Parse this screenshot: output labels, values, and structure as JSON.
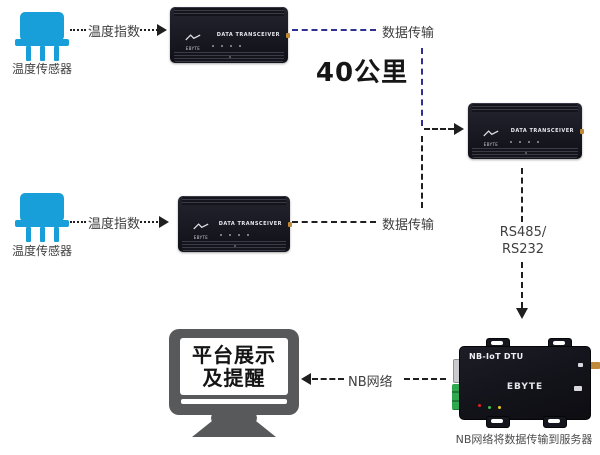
{
  "labels": {
    "sensor1_label": "温度传感器",
    "sensor2_label": "温度传感器",
    "temp_index_1": "温度指数",
    "temp_index_2": "温度指数",
    "data_transfer_1": "数据传输",
    "data_transfer_2": "数据传输",
    "distance": "40公里",
    "serial_line1": "RS485/",
    "serial_line2": "RS232",
    "nb_network": "NB网络",
    "monitor_line1": "平台展示",
    "monitor_line2": "及提醒",
    "dtu_caption": "NB网络将数据传输到服务器"
  },
  "devices": {
    "transceiver_brand": "EBYTE",
    "transceiver_name": "DATA TRANSCEIVER",
    "dtu_title": "NB-IoT DTU",
    "dtu_brand": "EBYTE"
  },
  "colors": {
    "sensor_blue": "#189ed9",
    "navy_dash": "#2e3192",
    "line_black": "#1f1f1f",
    "monitor_gray": "#58595b",
    "terminal_green": "#2fa84f",
    "antenna_gold": "#bf8b3a",
    "led_red": "#e02020",
    "led_yellow": "#e8c81f",
    "led_green": "#35c24a"
  }
}
